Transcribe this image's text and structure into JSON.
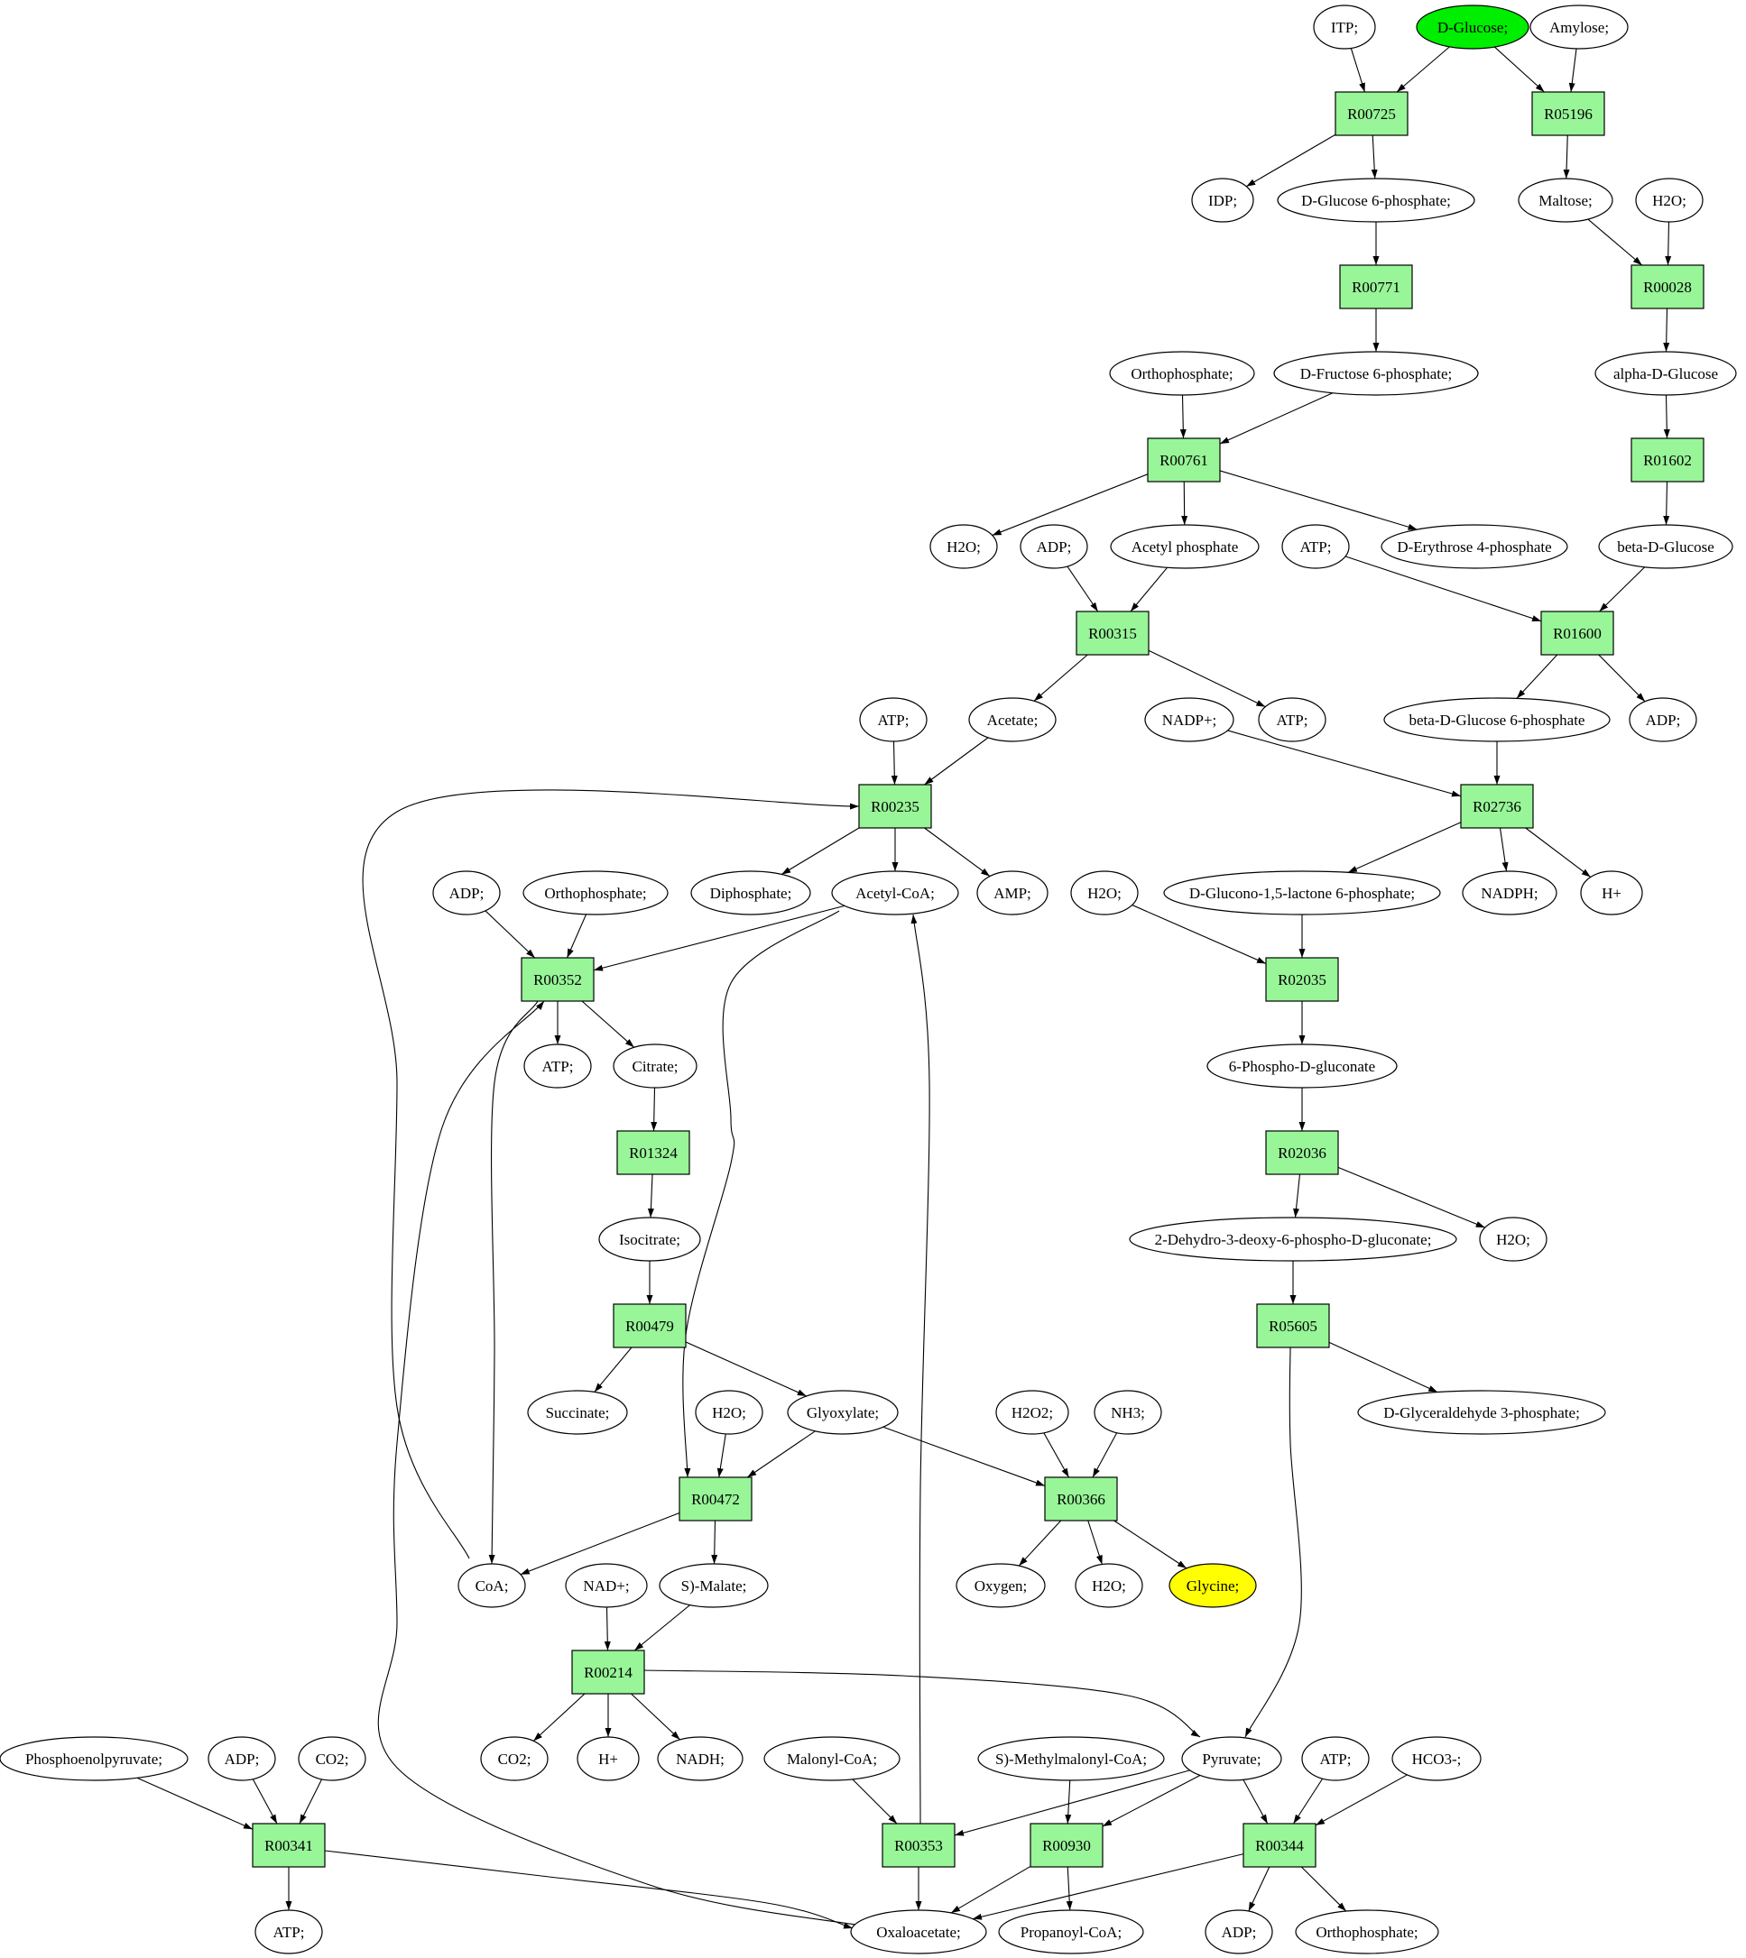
{
  "colors": {
    "reaction_fill": "#98F598",
    "start_fill": "#00EE00",
    "target_fill": "#FFFF00",
    "compound_fill": "#FFFFFF"
  },
  "nodes": [
    {
      "id": "c_itp",
      "label": "ITP;",
      "kind": "compound"
    },
    {
      "id": "c_dglucose",
      "label": "D-Glucose;",
      "kind": "start"
    },
    {
      "id": "c_amylose",
      "label": "Amylose;",
      "kind": "compound"
    },
    {
      "id": "r_R00725",
      "label": "R00725",
      "kind": "reaction"
    },
    {
      "id": "r_R05196",
      "label": "R05196",
      "kind": "reaction"
    },
    {
      "id": "c_idp",
      "label": "IDP;",
      "kind": "compound"
    },
    {
      "id": "c_g6p",
      "label": "D-Glucose 6-phosphate;",
      "kind": "compound"
    },
    {
      "id": "c_maltose",
      "label": "Maltose;",
      "kind": "compound"
    },
    {
      "id": "c_h2o_1",
      "label": "H2O;",
      "kind": "compound"
    },
    {
      "id": "r_R00771",
      "label": "R00771",
      "kind": "reaction"
    },
    {
      "id": "r_R00028",
      "label": "R00028",
      "kind": "reaction"
    },
    {
      "id": "c_ortho_1",
      "label": "Orthophosphate;",
      "kind": "compound"
    },
    {
      "id": "c_f6p",
      "label": "D-Fructose 6-phosphate;",
      "kind": "compound"
    },
    {
      "id": "c_adglucose",
      "label": "alpha-D-Glucose",
      "kind": "compound"
    },
    {
      "id": "r_R00761",
      "label": "R00761",
      "kind": "reaction"
    },
    {
      "id": "r_R01602",
      "label": "R01602",
      "kind": "reaction"
    },
    {
      "id": "c_h2o_2",
      "label": "H2O;",
      "kind": "compound"
    },
    {
      "id": "c_adp_1",
      "label": "ADP;",
      "kind": "compound"
    },
    {
      "id": "c_acetylp",
      "label": "Acetyl phosphate",
      "kind": "compound"
    },
    {
      "id": "c_atp_1",
      "label": "ATP;",
      "kind": "compound"
    },
    {
      "id": "c_e4p",
      "label": "D-Erythrose 4-phosphate",
      "kind": "compound"
    },
    {
      "id": "c_bdglucose",
      "label": "beta-D-Glucose",
      "kind": "compound"
    },
    {
      "id": "r_R00315",
      "label": "R00315",
      "kind": "reaction"
    },
    {
      "id": "r_R01600",
      "label": "R01600",
      "kind": "reaction"
    },
    {
      "id": "c_atp_2",
      "label": "ATP;",
      "kind": "compound"
    },
    {
      "id": "c_acetate",
      "label": "Acetate;",
      "kind": "compound"
    },
    {
      "id": "c_nadp",
      "label": "NADP+;",
      "kind": "compound"
    },
    {
      "id": "c_atp_3",
      "label": "ATP;",
      "kind": "compound"
    },
    {
      "id": "c_bg6p",
      "label": "beta-D-Glucose 6-phosphate",
      "kind": "compound"
    },
    {
      "id": "c_adp_2",
      "label": "ADP;",
      "kind": "compound"
    },
    {
      "id": "r_R00235",
      "label": "R00235",
      "kind": "reaction"
    },
    {
      "id": "r_R02736",
      "label": "R02736",
      "kind": "reaction"
    },
    {
      "id": "c_adp_3",
      "label": "ADP;",
      "kind": "compound"
    },
    {
      "id": "c_ortho_2",
      "label": "Orthophosphate;",
      "kind": "compound"
    },
    {
      "id": "c_diphos",
      "label": "Diphosphate;",
      "kind": "compound"
    },
    {
      "id": "c_acoa",
      "label": "Acetyl-CoA;",
      "kind": "compound"
    },
    {
      "id": "c_amp",
      "label": "AMP;",
      "kind": "compound"
    },
    {
      "id": "c_h2o_3",
      "label": "H2O;",
      "kind": "compound"
    },
    {
      "id": "c_glucono",
      "label": "D-Glucono-1,5-lactone 6-phosphate;",
      "kind": "compound"
    },
    {
      "id": "c_nadph_1",
      "label": "NADPH;",
      "kind": "compound"
    },
    {
      "id": "c_hplus_1",
      "label": "H+",
      "kind": "compound"
    },
    {
      "id": "r_R00352",
      "label": "R00352",
      "kind": "reaction"
    },
    {
      "id": "r_R02035",
      "label": "R02035",
      "kind": "reaction"
    },
    {
      "id": "c_atp_4",
      "label": "ATP;",
      "kind": "compound"
    },
    {
      "id": "c_citrate",
      "label": "Citrate;",
      "kind": "compound"
    },
    {
      "id": "c_6pg",
      "label": "6-Phospho-D-gluconate",
      "kind": "compound"
    },
    {
      "id": "r_R01324",
      "label": "R01324",
      "kind": "reaction"
    },
    {
      "id": "r_R02036",
      "label": "R02036",
      "kind": "reaction"
    },
    {
      "id": "c_isocit",
      "label": "Isocitrate;",
      "kind": "compound"
    },
    {
      "id": "c_kdpg",
      "label": "2-Dehydro-3-deoxy-6-phospho-D-gluconate;",
      "kind": "compound"
    },
    {
      "id": "c_h2o_4",
      "label": "H2O;",
      "kind": "compound"
    },
    {
      "id": "r_R00479",
      "label": "R00479",
      "kind": "reaction"
    },
    {
      "id": "r_R05605",
      "label": "R05605",
      "kind": "reaction"
    },
    {
      "id": "c_succ",
      "label": "Succinate;",
      "kind": "compound"
    },
    {
      "id": "c_h2o_5",
      "label": "H2O;",
      "kind": "compound"
    },
    {
      "id": "c_glyox",
      "label": "Glyoxylate;",
      "kind": "compound"
    },
    {
      "id": "c_h2o2",
      "label": "H2O2;",
      "kind": "compound"
    },
    {
      "id": "c_nh3",
      "label": "NH3;",
      "kind": "compound"
    },
    {
      "id": "c_gap",
      "label": "D-Glyceraldehyde 3-phosphate;",
      "kind": "compound"
    },
    {
      "id": "r_R00472",
      "label": "R00472",
      "kind": "reaction"
    },
    {
      "id": "r_R00366",
      "label": "R00366",
      "kind": "reaction"
    },
    {
      "id": "c_coa",
      "label": "CoA;",
      "kind": "compound"
    },
    {
      "id": "c_nad",
      "label": "NAD+;",
      "kind": "compound"
    },
    {
      "id": "c_malate",
      "label": "S)-Malate;",
      "kind": "compound"
    },
    {
      "id": "c_oxygen",
      "label": "Oxygen;",
      "kind": "compound"
    },
    {
      "id": "c_h2o_6",
      "label": "H2O;",
      "kind": "compound"
    },
    {
      "id": "c_glycine",
      "label": "Glycine;",
      "kind": "target"
    },
    {
      "id": "r_R00214",
      "label": "R00214",
      "kind": "reaction"
    },
    {
      "id": "c_pep",
      "label": "Phosphoenolpyruvate;",
      "kind": "compound"
    },
    {
      "id": "c_adp_4",
      "label": "ADP;",
      "kind": "compound"
    },
    {
      "id": "c_co2_1",
      "label": "CO2;",
      "kind": "compound"
    },
    {
      "id": "c_co2_2",
      "label": "CO2;",
      "kind": "compound"
    },
    {
      "id": "c_hplus_2",
      "label": "H+",
      "kind": "compound"
    },
    {
      "id": "c_nadh",
      "label": "NADH;",
      "kind": "compound"
    },
    {
      "id": "c_malcoa",
      "label": "Malonyl-CoA;",
      "kind": "compound"
    },
    {
      "id": "c_smmcoa",
      "label": "S)-Methylmalonyl-CoA;",
      "kind": "compound"
    },
    {
      "id": "c_pyr",
      "label": "Pyruvate;",
      "kind": "compound"
    },
    {
      "id": "c_atp_5",
      "label": "ATP;",
      "kind": "compound"
    },
    {
      "id": "c_hco3",
      "label": "HCO3-;",
      "kind": "compound"
    },
    {
      "id": "r_R00341",
      "label": "R00341",
      "kind": "reaction"
    },
    {
      "id": "r_R00353",
      "label": "R00353",
      "kind": "reaction"
    },
    {
      "id": "r_R00930",
      "label": "R00930",
      "kind": "reaction"
    },
    {
      "id": "r_R00344",
      "label": "R00344",
      "kind": "reaction"
    },
    {
      "id": "c_atp_6",
      "label": "ATP;",
      "kind": "compound"
    },
    {
      "id": "c_oaa",
      "label": "Oxaloacetate;",
      "kind": "compound"
    },
    {
      "id": "c_propcoa",
      "label": "Propanoyl-CoA;",
      "kind": "compound"
    },
    {
      "id": "c_adp_5",
      "label": "ADP;",
      "kind": "compound"
    },
    {
      "id": "c_ortho_3",
      "label": "Orthophosphate;",
      "kind": "compound"
    }
  ],
  "edges": [
    [
      "c_itp",
      "r_R00725"
    ],
    [
      "c_dglucose",
      "r_R00725"
    ],
    [
      "c_dglucose",
      "r_R05196"
    ],
    [
      "c_amylose",
      "r_R05196"
    ],
    [
      "r_R00725",
      "c_idp"
    ],
    [
      "r_R00725",
      "c_g6p"
    ],
    [
      "r_R05196",
      "c_maltose"
    ],
    [
      "c_g6p",
      "r_R00771"
    ],
    [
      "c_maltose",
      "r_R00028"
    ],
    [
      "c_h2o_1",
      "r_R00028"
    ],
    [
      "r_R00771",
      "c_f6p"
    ],
    [
      "r_R00028",
      "c_adglucose"
    ],
    [
      "c_ortho_1",
      "r_R00761"
    ],
    [
      "c_f6p",
      "r_R00761"
    ],
    [
      "c_adglucose",
      "r_R01602"
    ],
    [
      "r_R00761",
      "c_h2o_2"
    ],
    [
      "r_R00761",
      "c_acetylp"
    ],
    [
      "r_R00761",
      "c_e4p"
    ],
    [
      "r_R01602",
      "c_bdglucose"
    ],
    [
      "c_adp_1",
      "r_R00315"
    ],
    [
      "c_acetylp",
      "r_R00315"
    ],
    [
      "c_atp_1",
      "r_R01600"
    ],
    [
      "c_bdglucose",
      "r_R01600"
    ],
    [
      "r_R00315",
      "c_acetate"
    ],
    [
      "r_R00315",
      "c_atp_3"
    ],
    [
      "r_R01600",
      "c_bg6p"
    ],
    [
      "r_R01600",
      "c_adp_2"
    ],
    [
      "c_atp_2",
      "r_R00235"
    ],
    [
      "c_acetate",
      "r_R00235"
    ],
    [
      "c_nadp",
      "r_R02736"
    ],
    [
      "c_bg6p",
      "r_R02736"
    ],
    [
      "r_R00235",
      "c_diphos"
    ],
    [
      "r_R00235",
      "c_acoa"
    ],
    [
      "r_R00235",
      "c_amp"
    ],
    [
      "r_R02736",
      "c_glucono"
    ],
    [
      "r_R02736",
      "c_nadph_1"
    ],
    [
      "r_R02736",
      "c_hplus_1"
    ],
    [
      "c_adp_3",
      "r_R00352"
    ],
    [
      "c_ortho_2",
      "r_R00352"
    ],
    [
      "c_acoa",
      "r_R00352"
    ],
    [
      "c_h2o_3",
      "r_R02035"
    ],
    [
      "c_glucono",
      "r_R02035"
    ],
    [
      "r_R00352",
      "c_atp_4"
    ],
    [
      "r_R00352",
      "c_citrate"
    ],
    [
      "r_R00352",
      "c_coa"
    ],
    [
      "r_R02035",
      "c_6pg"
    ],
    [
      "c_citrate",
      "r_R01324"
    ],
    [
      "c_6pg",
      "r_R02036"
    ],
    [
      "r_R01324",
      "c_isocit"
    ],
    [
      "r_R02036",
      "c_kdpg"
    ],
    [
      "r_R02036",
      "c_h2o_4"
    ],
    [
      "c_isocit",
      "r_R00479"
    ],
    [
      "c_kdpg",
      "r_R05605"
    ],
    [
      "r_R00479",
      "c_succ"
    ],
    [
      "r_R00479",
      "c_glyox"
    ],
    [
      "r_R05605",
      "c_gap"
    ],
    [
      "r_R05605",
      "c_pyr"
    ],
    [
      "c_h2o_5",
      "r_R00472"
    ],
    [
      "c_glyox",
      "r_R00472"
    ],
    [
      "c_acoa",
      "r_R00472"
    ],
    [
      "c_glyox",
      "r_R00366"
    ],
    [
      "c_h2o2",
      "r_R00366"
    ],
    [
      "c_nh3",
      "r_R00366"
    ],
    [
      "r_R00472",
      "c_coa"
    ],
    [
      "r_R00472",
      "c_malate"
    ],
    [
      "r_R00366",
      "c_oxygen"
    ],
    [
      "r_R00366",
      "c_h2o_6"
    ],
    [
      "r_R00366",
      "c_glycine"
    ],
    [
      "c_coa",
      "r_R00235"
    ],
    [
      "c_nad",
      "r_R00214"
    ],
    [
      "c_malate",
      "r_R00214"
    ],
    [
      "r_R00214",
      "c_co2_2"
    ],
    [
      "r_R00214",
      "c_hplus_2"
    ],
    [
      "r_R00214",
      "c_nadh"
    ],
    [
      "r_R00214",
      "c_pyr"
    ],
    [
      "c_pep",
      "r_R00341"
    ],
    [
      "c_adp_4",
      "r_R00341"
    ],
    [
      "c_co2_1",
      "r_R00341"
    ],
    [
      "c_malcoa",
      "r_R00353"
    ],
    [
      "c_pyr",
      "r_R00353"
    ],
    [
      "c_smmcoa",
      "r_R00930"
    ],
    [
      "c_pyr",
      "r_R00930"
    ],
    [
      "c_pyr",
      "r_R00344"
    ],
    [
      "c_atp_5",
      "r_R00344"
    ],
    [
      "c_hco3",
      "r_R00344"
    ],
    [
      "r_R00341",
      "c_atp_6"
    ],
    [
      "r_R00341",
      "c_oaa"
    ],
    [
      "r_R00353",
      "c_oaa"
    ],
    [
      "r_R00353",
      "c_acoa"
    ],
    [
      "r_R00930",
      "c_oaa"
    ],
    [
      "r_R00930",
      "c_propcoa"
    ],
    [
      "r_R00344",
      "c_adp_5"
    ],
    [
      "r_R00344",
      "c_ortho_3"
    ],
    [
      "r_R00344",
      "c_oaa"
    ],
    [
      "c_oaa",
      "r_R00352"
    ]
  ]
}
